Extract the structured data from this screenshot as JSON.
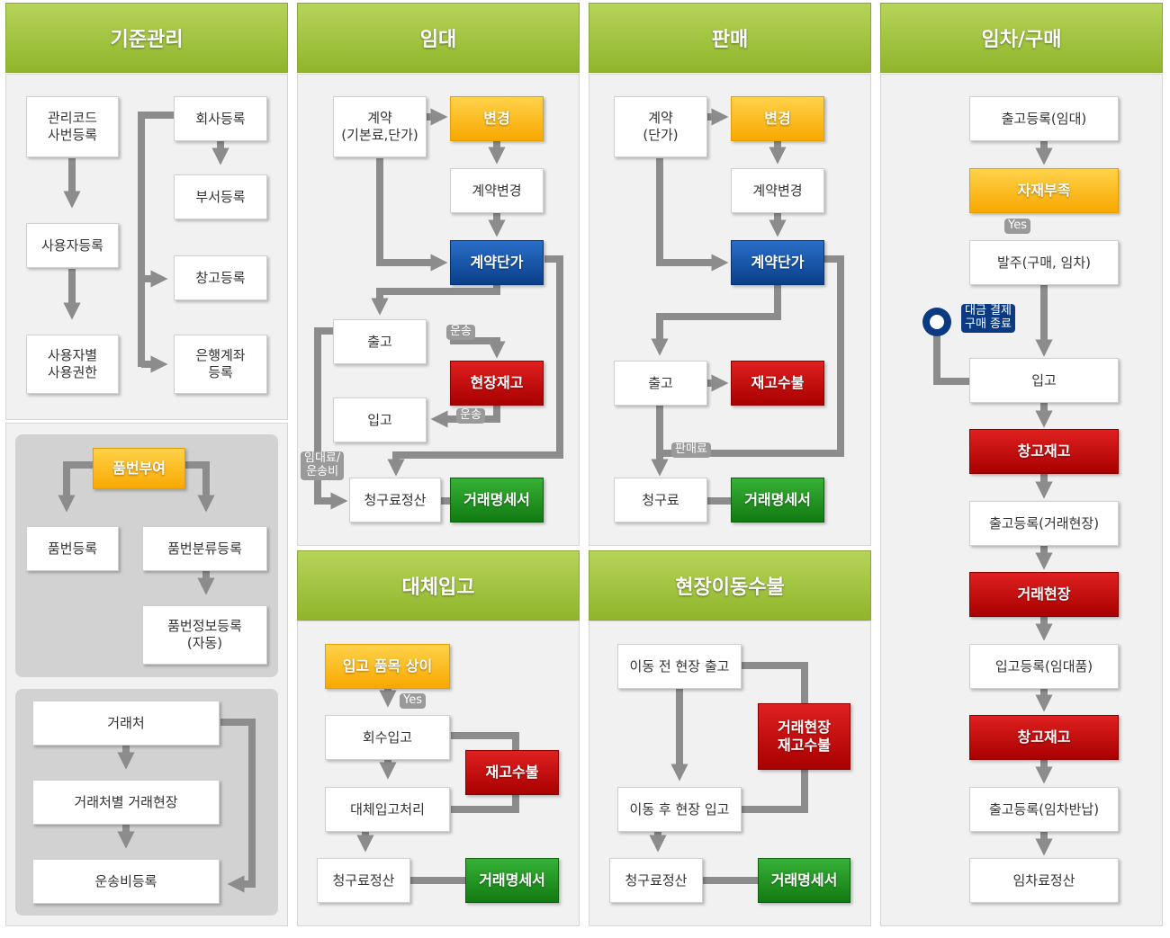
{
  "headers": {
    "standard": "기준관리",
    "rental": "임대",
    "sales": "판매",
    "lease": "임차/구매",
    "substitute": "대체입고",
    "site_move": "현장이동수불"
  },
  "standard": {
    "code_reg": "관리코드\n사번등록",
    "user_reg": "사용자등록",
    "user_auth": "사용자별\n사용권한",
    "company_reg": "회사등록",
    "dept_reg": "부서등록",
    "warehouse_reg": "창고등록",
    "bank_reg": "은행계좌\n등록"
  },
  "item": {
    "assign": "품번부여",
    "reg": "품번등록",
    "class_reg": "품번분류등록",
    "info_reg": "품번정보등록\n(자동)"
  },
  "client": {
    "client": "거래처",
    "client_site": "거래처별 거래현장",
    "freight": "운송비등록"
  },
  "rental": {
    "contract": "계약\n(기본료,단가)",
    "change": "변경",
    "contract_change": "계약변경",
    "unit_price": "계약단가",
    "out": "출고",
    "site_stock": "현장재고",
    "in": "입고",
    "billing": "청구료정산",
    "statement": "거래명세서",
    "transport1": "운송",
    "transport2": "운송",
    "fee_label": "임대료/\n운송비"
  },
  "sales": {
    "contract": "계약\n(단가)",
    "change": "변경",
    "contract_change": "계약변경",
    "unit_price": "계약단가",
    "out": "출고",
    "stock_flow": "재고수불",
    "sale_fee": "판매료",
    "billing": "청구료",
    "statement": "거래명세서"
  },
  "lease": {
    "out_rental": "출고등록(임대)",
    "shortage": "자재부족",
    "yes": "Yes",
    "order": "발주(구매, 임차)",
    "payment": "대금 결제\n구매 종료",
    "in": "입고",
    "wh_stock1": "창고재고",
    "out_site": "출고등록(거래현장)",
    "site": "거래현장",
    "in_rental": "입고등록(임대품)",
    "wh_stock2": "창고재고",
    "out_return": "출고등록(임차반납)",
    "fee": "임차료정산"
  },
  "substitute": {
    "mismatch": "입고 품목 상이",
    "yes": "Yes",
    "recover_in": "회수입고",
    "stock_flow": "재고수불",
    "process": "대체입고처리",
    "billing": "청구료정산",
    "statement": "거래명세서"
  },
  "site_move": {
    "before_out": "이동 전 현장 출고",
    "site_stock_flow": "거래현장\n재고수불",
    "after_in": "이동 후 현장 입고",
    "billing": "청구료정산",
    "statement": "거래명세서"
  },
  "colors": {
    "header": "#9dc13a",
    "orange": "#f8b100",
    "red": "#c00000",
    "blue": "#0a4a9a",
    "green": "#1a8f1a",
    "arrow": "#8c8c8c"
  }
}
